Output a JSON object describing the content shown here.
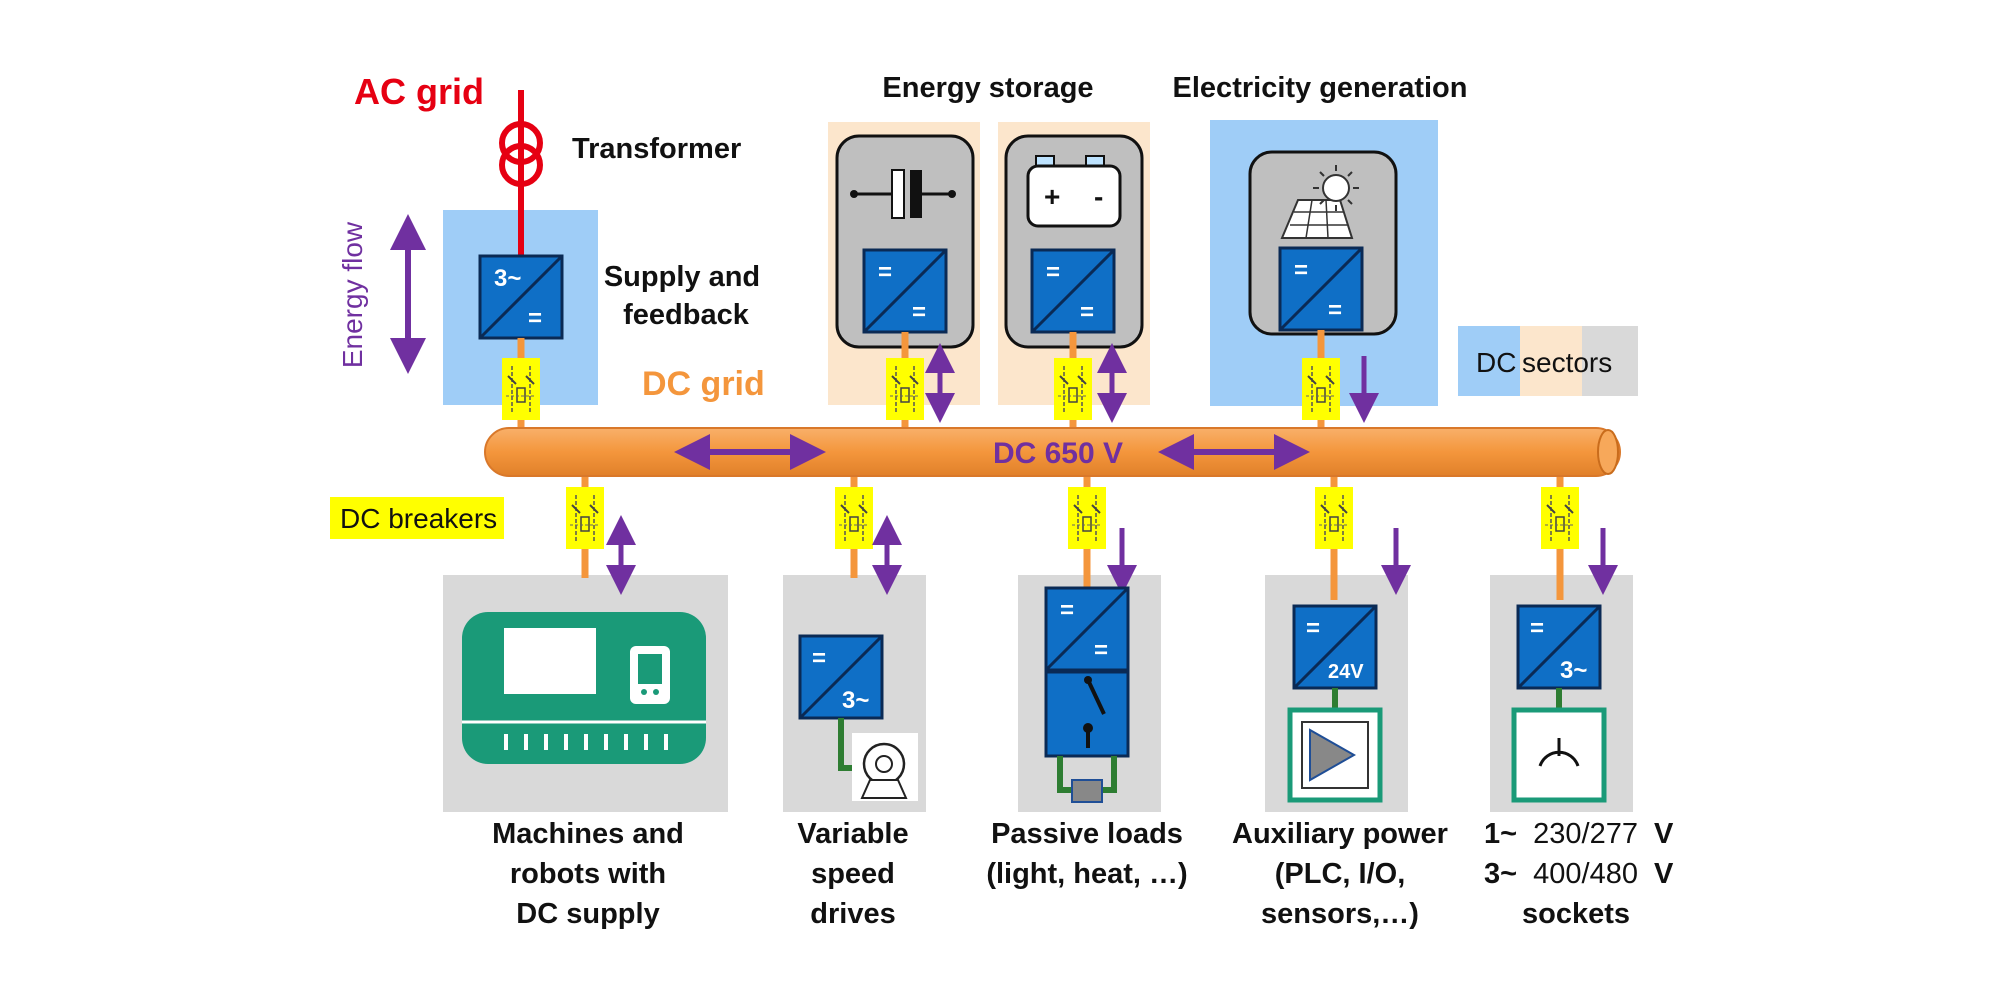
{
  "colors": {
    "ac_red": "#e60012",
    "dc_orange": "#f4963c",
    "flow_purple": "#7030a0",
    "converter_blue": "#0f6fc6",
    "breaker_yellow": "#ffff00",
    "sector_blue": "#9fcdf7",
    "sector_peach": "#fce6cc",
    "sector_grey": "#d9d9d9",
    "machine_green": "#1a9a78",
    "wire_green": "#2e7d32"
  },
  "labels": {
    "ac_grid": "AC grid",
    "transformer": "Transformer",
    "energy_flow": "Energy flow",
    "supply_feedback_1": "Supply and",
    "supply_feedback_2": "feedback",
    "energy_storage": "Energy storage",
    "electricity_generation": "Electricity generation",
    "dc_grid": "DC grid",
    "dc_bus": "DC 650 V",
    "dc_breakers": "DC breakers",
    "legend_dc": "DC",
    "legend_sectors": "sectors"
  },
  "converters": {
    "ac_in": "3~",
    "dc": "=",
    "out_24v": "24V",
    "out_3ph": "3~"
  },
  "battery": {
    "plus": "+",
    "minus": "-"
  },
  "loads": [
    {
      "lines": [
        "Machines and",
        "robots with",
        "DC supply"
      ]
    },
    {
      "lines": [
        "Variable",
        "speed",
        "drives"
      ]
    },
    {
      "lines": [
        "Passive loads",
        "(light, heat, …)"
      ]
    },
    {
      "lines": [
        "Auxiliary power",
        "(PLC, I/O,",
        "sensors,…)"
      ]
    }
  ],
  "sockets": {
    "line1_prefix": "1~",
    "line1_value": "230/277",
    "line1_unit": "V",
    "line2_prefix": "3~",
    "line2_value": "400/480",
    "line2_unit": "V",
    "line3": "sockets"
  },
  "icons": {
    "transformer": "transformer-icon",
    "capacitor": "capacitor-icon",
    "battery": "battery-icon",
    "solar": "solar-panel-icon",
    "motor": "motor-icon",
    "lamp": "switch-icon",
    "plc": "plc-amplifier-icon",
    "socket": "socket-icon"
  }
}
